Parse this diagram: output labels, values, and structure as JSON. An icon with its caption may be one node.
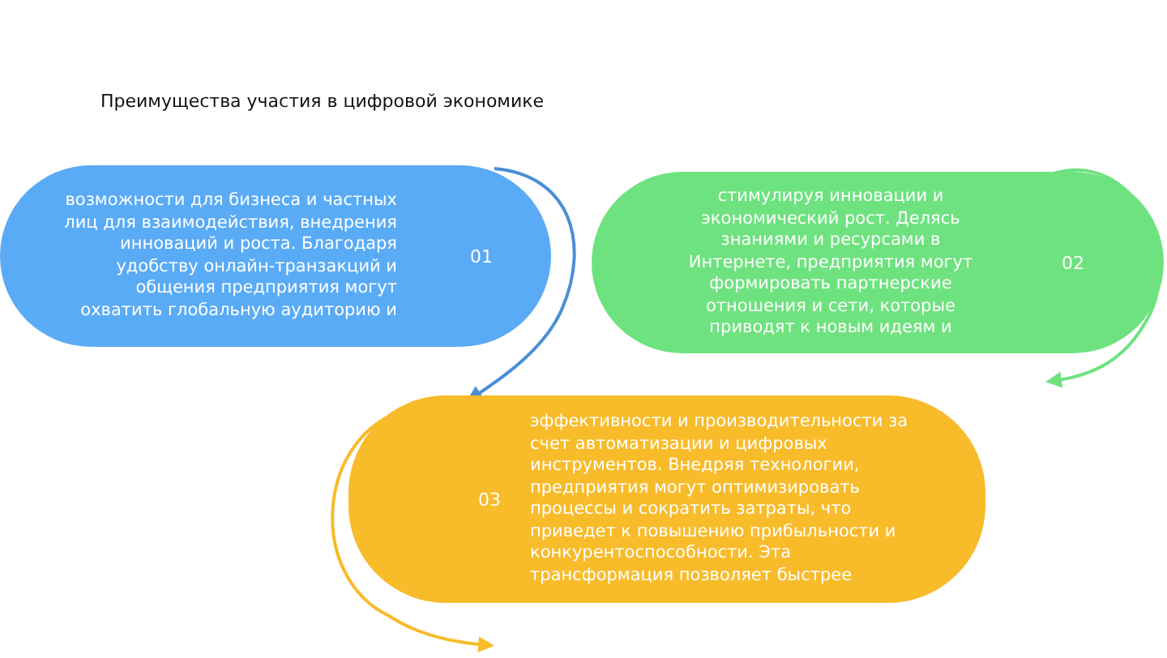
{
  "diagram": {
    "title": "Преимущества участия в цифровой экономике",
    "nodes": [
      {
        "text": [
          "возможности для бизнеса и частных лиц для взаимодействия, внедрения инноваций и роста. Благодаря удобству онлайн-транзакций и общения предприятия могут охватить глобальную аудиторию и",
          "01"
        ]
      },
      {
        "text": [
          "стимулируя инновации и экономический рост. Делясь знаниями и ресурсами в Интернете, предприятия могут формировать партнерские отношения и сети, которые приводят к новым идеям и",
          "02"
        ]
      },
      {
        "text": [
          "03",
          "эффективности и производительности за счет автоматизации и цифровых инструментов. Внедряя технологии, предприятия могут оптимизировать процессы и сократить затраты, что приведет к повышению прибыльности и конкурентоспособности. Эта трансформация позволяет быстрее"
        ]
      }
    ],
    "edges": [
      {
        "from": 0,
        "to": 2,
        "arrow": "to",
        "color": "#4a8fd6"
      },
      {
        "from": 1,
        "to": null,
        "arrow": "to",
        "color": "#6ee27f"
      },
      {
        "from": 2,
        "to": null,
        "arrow": "to",
        "color": "#f8bb2a"
      }
    ]
  }
}
